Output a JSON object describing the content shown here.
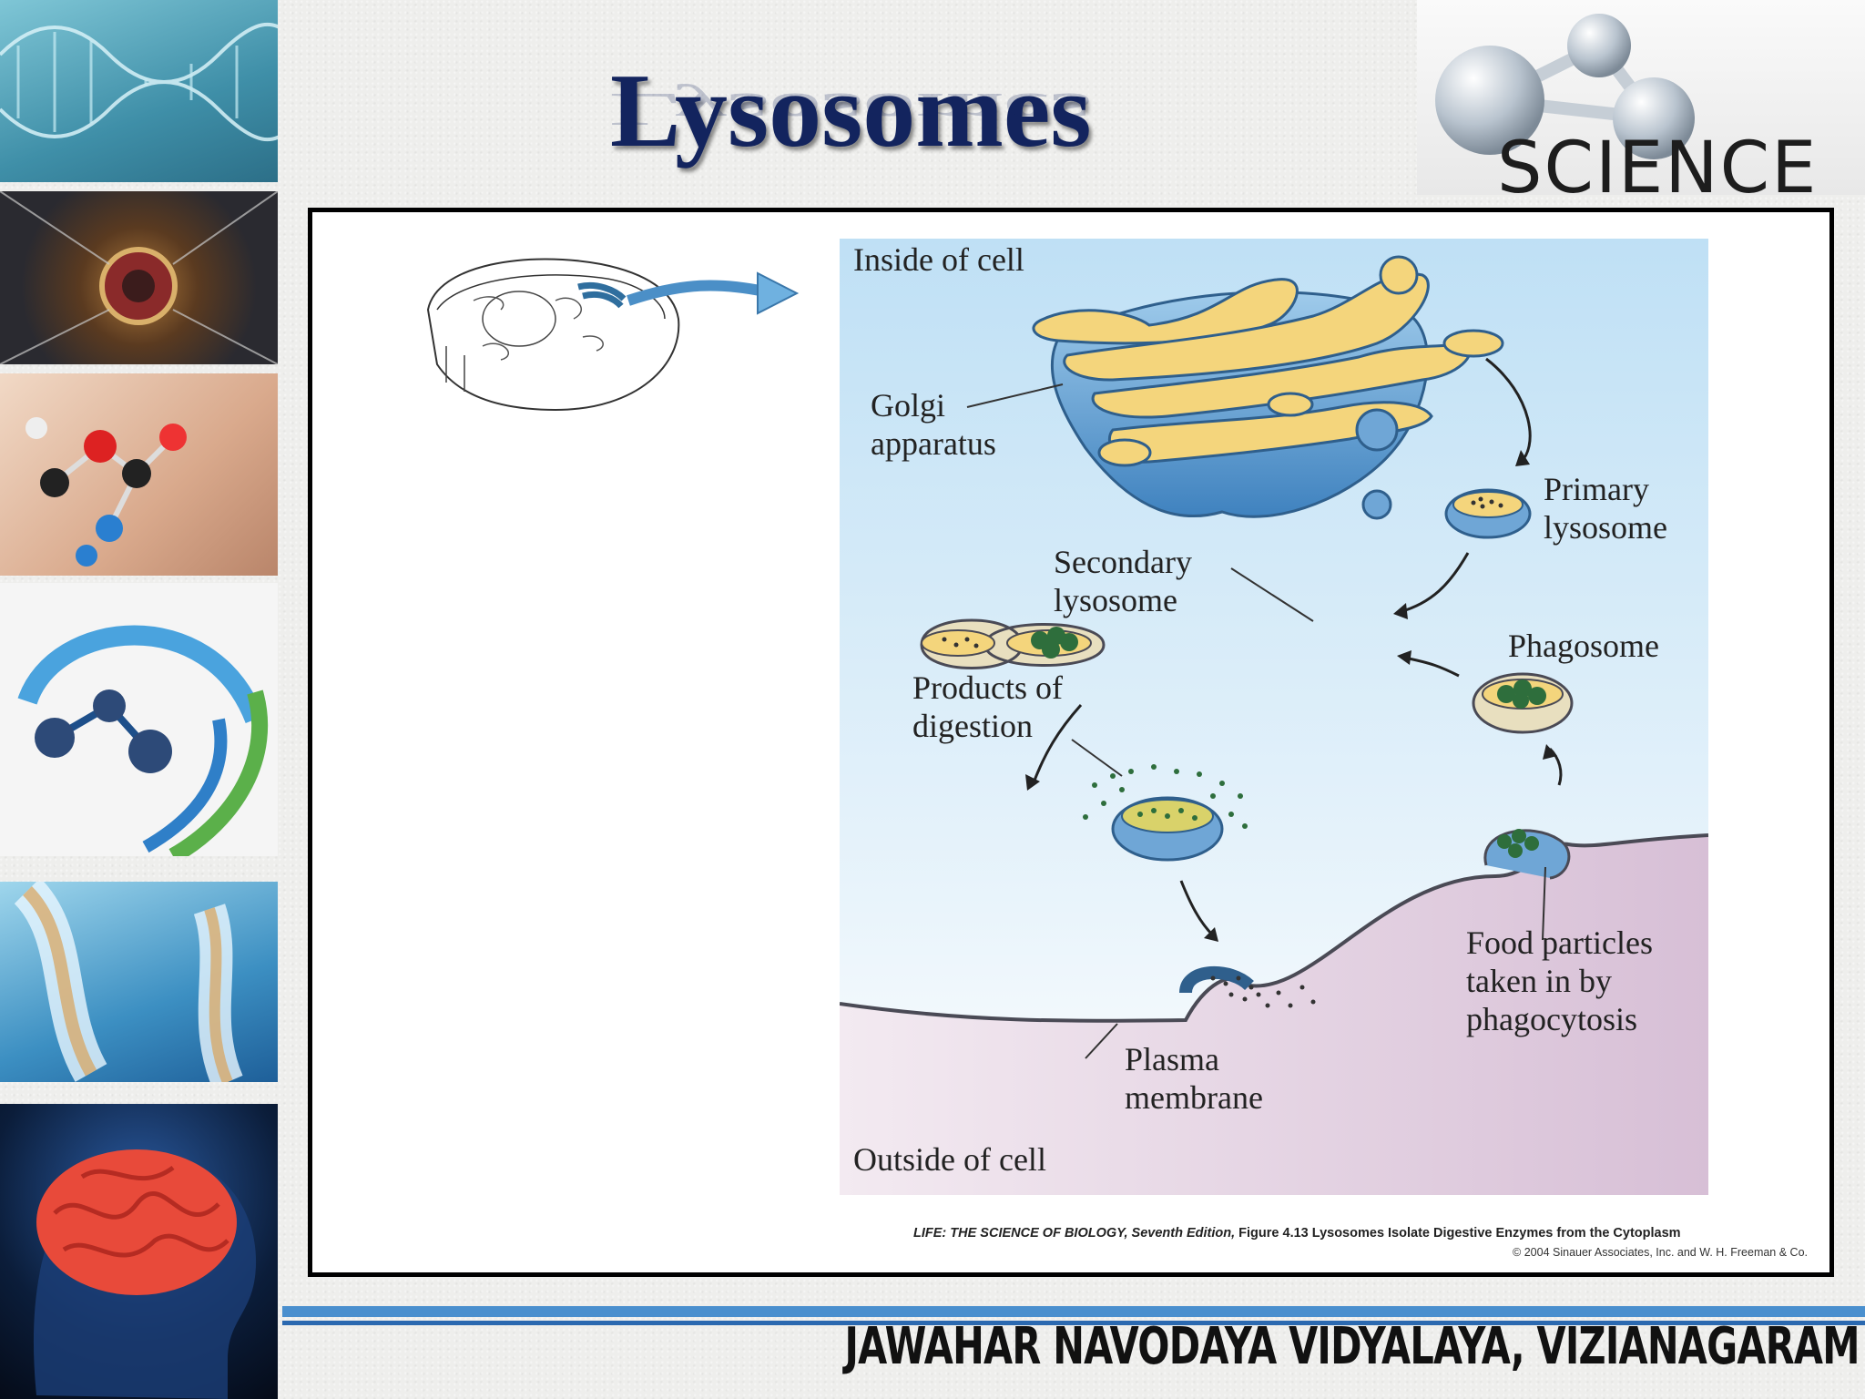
{
  "slide": {
    "title": "Lysosomes",
    "banner_text": "SCIENCE",
    "footer": "JAWAHAR NAVODAYA VIDYALAYA, VIZIANAGARAM"
  },
  "diagram": {
    "labels": {
      "inside": "Inside of cell",
      "golgi": "Golgi\napparatus",
      "primary": "Primary\nlysosome",
      "secondary": "Secondary\nlysosome",
      "phagosome": "Phagosome",
      "products": "Products of\ndigestion",
      "food": "Food particles\ntaken in by\nphagocytosis",
      "plasma": "Plasma\nmembrane",
      "outside": "Outside of cell"
    },
    "caption_book": "LIFE: THE SCIENCE OF BIOLOGY, Seventh Edition,",
    "caption_fig": " Figure 4.13 Lysosomes Isolate Digestive Enzymes from the Cytoplasm",
    "copyright": "© 2004 Sinauer Associates, Inc. and W. H. Freeman & Co."
  },
  "colors": {
    "title": "#13245e",
    "inside_bg": "#cfe6f6",
    "outside_bg": "#ddc7dc",
    "golgi_blue": "#6fa6d6",
    "lumen_yellow": "#f4d57c",
    "food_green": "#2e6e3c",
    "footer_rule": "#4a8fce"
  }
}
